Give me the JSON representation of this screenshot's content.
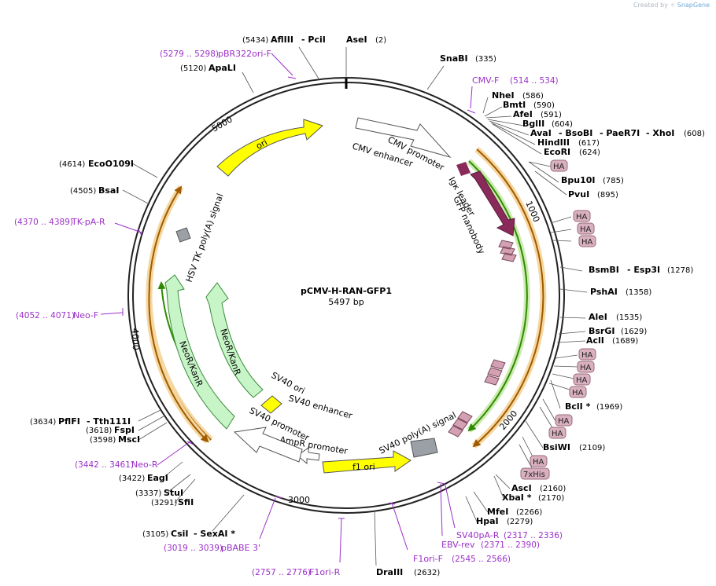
{
  "credit": {
    "prefix": "Created by",
    "brand": "SnapGene"
  },
  "plasmid": {
    "name": "pCMV-H-RAN-GFP1",
    "size": "5497 bp"
  },
  "ticks": [
    "1000",
    "2000",
    "3000",
    "4000",
    "5000"
  ],
  "features": [
    "CMV enhancer",
    "CMV promoter",
    "Igκ leader",
    "GFP nanobody",
    "SV40 poly(A) signal",
    "f1 ori",
    "AmpR promoter",
    "SV40 promoter",
    "SV40 enhancer",
    "SV40 ori",
    "NeoR/KanR",
    "NeoR/KanR",
    "HSV TK poly(A) signal",
    "ori"
  ],
  "sites": [
    {
      "n": "AflIII",
      "p": "(5434)"
    },
    {
      "n": "- PciI",
      "p": ""
    },
    {
      "n": "AseI",
      "p": "(2)"
    },
    {
      "n": "ApaLI",
      "p": "(5120)"
    },
    {
      "n": "SnaBI",
      "p": "(335)"
    },
    {
      "n": "NheI",
      "p": "(586)"
    },
    {
      "n": "BmtI",
      "p": "(590)"
    },
    {
      "n": "AfeI",
      "p": "(591)"
    },
    {
      "n": "BglII",
      "p": "(604)"
    },
    {
      "n": "AvaI",
      "p": ""
    },
    {
      "n": "- BsoBI",
      "p": ""
    },
    {
      "n": "- PaeR7I",
      "p": ""
    },
    {
      "n": "- XhoI",
      "p": "(608)"
    },
    {
      "n": "HindIII",
      "p": "(617)"
    },
    {
      "n": "EcoRI",
      "p": "(624)"
    },
    {
      "n": "Bpu10I",
      "p": "(785)"
    },
    {
      "n": "PvuI",
      "p": "(895)"
    },
    {
      "n": "BsmBI",
      "p": ""
    },
    {
      "n": "- Esp3I",
      "p": "(1278)"
    },
    {
      "n": "PshAI",
      "p": "(1358)"
    },
    {
      "n": "AleI",
      "p": "(1535)"
    },
    {
      "n": "BsrGI",
      "p": "(1629)"
    },
    {
      "n": "AclI",
      "p": "(1689)"
    },
    {
      "n": "BclI *",
      "p": "(1969)"
    },
    {
      "n": "BsiWI",
      "p": "(2109)"
    },
    {
      "n": "AscI",
      "p": "(2160)"
    },
    {
      "n": "XbaI *",
      "p": "(2170)"
    },
    {
      "n": "MfeI",
      "p": "(2266)"
    },
    {
      "n": "HpaI",
      "p": "(2279)"
    },
    {
      "n": "DraIII",
      "p": "(2632)"
    },
    {
      "n": "CsiI",
      "p": "(3105)"
    },
    {
      "n": "- SexAI *",
      "p": ""
    },
    {
      "n": "SfiI",
      "p": "(3291)"
    },
    {
      "n": "StuI",
      "p": "(3337)"
    },
    {
      "n": "EagI",
      "p": "(3422)"
    },
    {
      "n": "MscI",
      "p": "(3598)"
    },
    {
      "n": "FspI",
      "p": "(3618)"
    },
    {
      "n": "PflFI",
      "p": "(3634)"
    },
    {
      "n": "- Tth111I",
      "p": ""
    },
    {
      "n": "BsaI",
      "p": "(4505)"
    },
    {
      "n": "EcoO109I",
      "p": "(4614)"
    }
  ],
  "primers": [
    {
      "n": "pBR322ori-F",
      "p": "(5279 .. 5298)"
    },
    {
      "n": "CMV-F",
      "p": "(514 .. 534)"
    },
    {
      "n": "TK-pA-R",
      "p": "(4370 .. 4389)"
    },
    {
      "n": "Neo-F",
      "p": "(4052 .. 4071)"
    },
    {
      "n": "Neo-R",
      "p": "(3442 .. 3461)"
    },
    {
      "n": "pBABE 3'",
      "p": "(3019 .. 3039)"
    },
    {
      "n": "F1ori-R",
      "p": "(2757 .. 2776)"
    },
    {
      "n": "F1ori-F",
      "p": "(2545 .. 2566)"
    },
    {
      "n": "EBV-rev",
      "p": "(2371 .. 2390)"
    },
    {
      "n": "SV40pA-R",
      "p": "(2317 .. 2336)"
    }
  ],
  "badges": [
    "HA",
    "HA",
    "HA",
    "HA",
    "HA",
    "HA",
    "HA",
    "HA",
    "HA",
    "HA",
    "HA",
    "7xHis"
  ],
  "colors": {
    "ori": "#ffff00",
    "promoter": "#ffffff",
    "cds_green": "#c8f5c8",
    "cds_purple": "#8a2a5a",
    "tag": "#d4a0b4",
    "primer": "#9b30c8",
    "orange_arc": "#f0a030",
    "green_arc": "#2e8b00"
  }
}
